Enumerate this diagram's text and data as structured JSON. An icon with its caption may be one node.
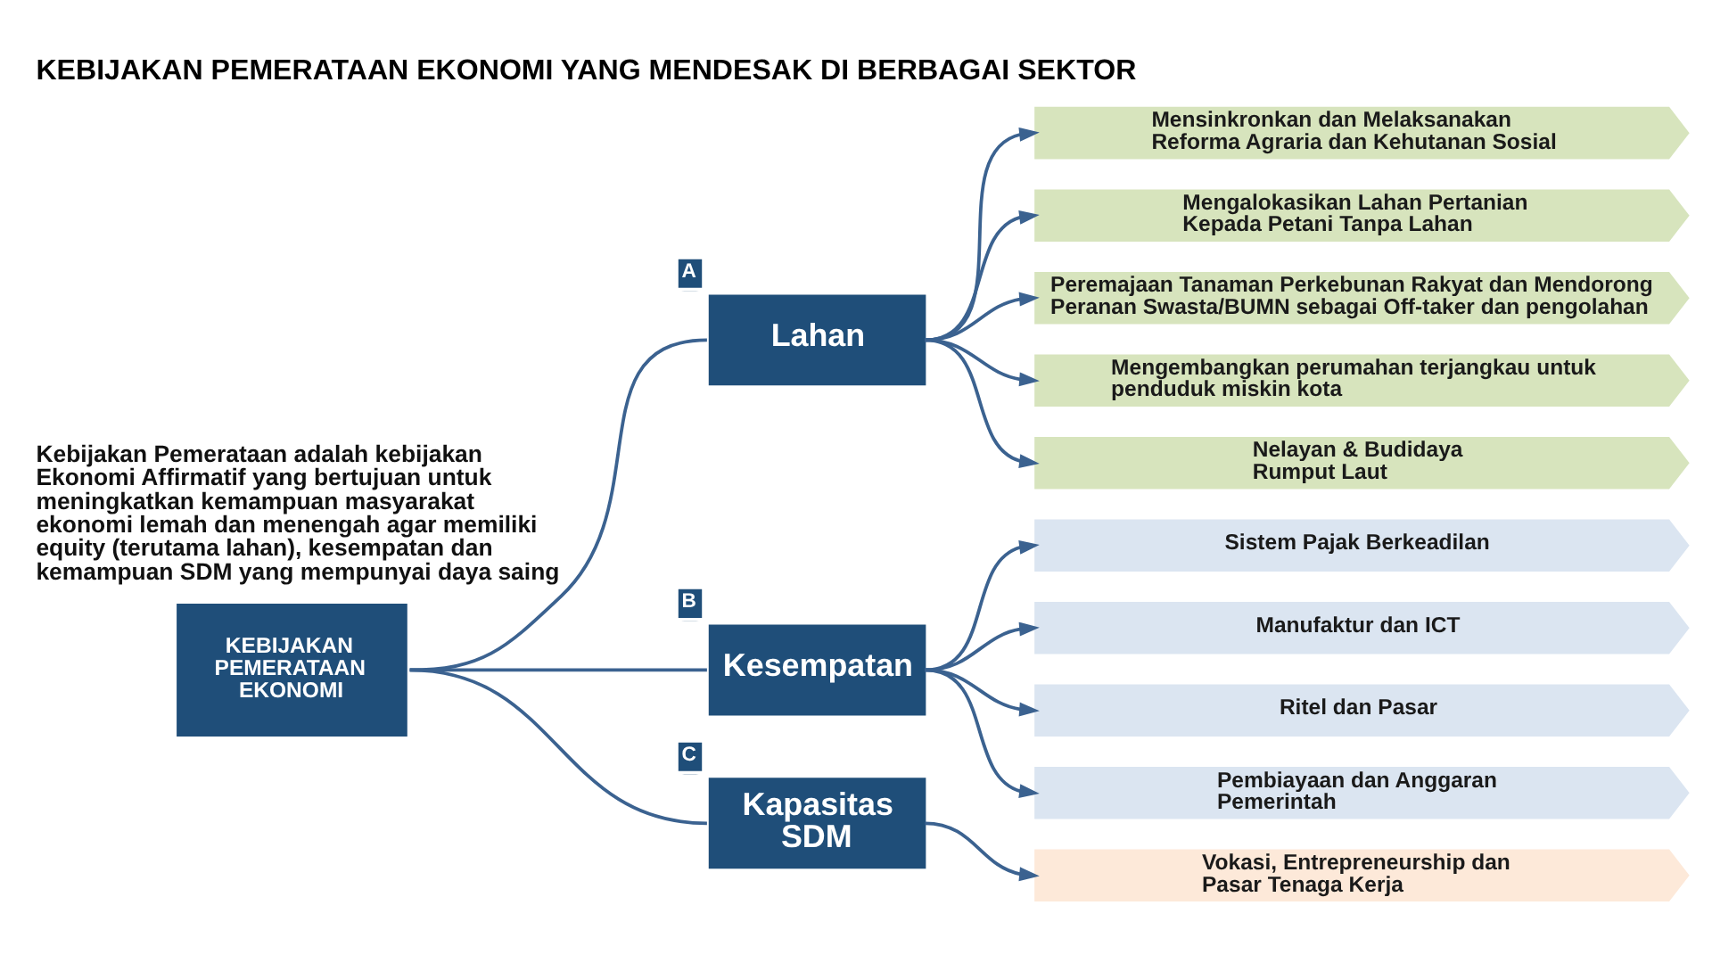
{
  "diagram": {
    "title": "KEBIJAKAN PEMERATAAN EKONOMI YANG MENDESAK DI BERBAGAI SEKTOR",
    "nodes": [
      {
        "text": [
          "KEBIJAKAN PEMERATAAN EKONOMI"
        ]
      },
      {
        "text": [
          "Lahan"
        ],
        "beside": [
          "A"
        ]
      },
      {
        "text": [
          "Kesempatan"
        ],
        "beside": [
          "B"
        ]
      },
      {
        "text": [
          "Kapasitas SDM"
        ],
        "beside": [
          "C"
        ]
      },
      {
        "text": [
          "Mensinkronkan dan Melaksanakan Reforma Agraria dan Kehutanan Sosial"
        ]
      },
      {
        "text": [
          "Mengalokasikan Lahan Pertanian Kepada Petani Tanpa Lahan"
        ]
      },
      {
        "text": [
          "Peremajaan Tanaman Perkebunan Rakyat dan Mendorong Peranan Swasta/BUMN sebagai Off-taker dan pengolahan"
        ]
      },
      {
        "text": [
          "Mengembangkan perumahan terjangkau untuk penduduk miskin kota"
        ]
      },
      {
        "text": [
          "Nelayan & Budidaya Rumput Laut"
        ]
      },
      {
        "text": [
          "Sistem Pajak Berkeadilan"
        ]
      },
      {
        "text": [
          "Manufaktur dan ICT"
        ]
      },
      {
        "text": [
          "Ritel dan Pasar"
        ]
      },
      {
        "text": [
          "Pembiayaan dan Anggaran Pemerintah"
        ]
      },
      {
        "text": [
          "Vokasi, Entrepreneurship dan Pasar Tenaga Kerja"
        ]
      }
    ],
    "edges": [
      {
        "from": 0,
        "to": 1,
        "arrow": "none"
      },
      {
        "from": 0,
        "to": 2,
        "arrow": "none"
      },
      {
        "from": 0,
        "to": 3,
        "arrow": "none"
      },
      {
        "from": 1,
        "to": 4,
        "arrow": "to"
      },
      {
        "from": 1,
        "to": 5,
        "arrow": "to"
      },
      {
        "from": 1,
        "to": 6,
        "arrow": "to"
      },
      {
        "from": 1,
        "to": 7,
        "arrow": "to"
      },
      {
        "from": 1,
        "to": 8,
        "arrow": "to"
      },
      {
        "from": 2,
        "to": 9,
        "arrow": "to"
      },
      {
        "from": 2,
        "to": 10,
        "arrow": "to"
      },
      {
        "from": 2,
        "to": 11,
        "arrow": "to"
      },
      {
        "from": 2,
        "to": 12,
        "arrow": "to"
      },
      {
        "from": 3,
        "to": 13,
        "arrow": "to"
      }
    ],
    "labels": [
      "Kebijakan Pemerataan adalah kebijakan Ekonomi Affirmatif yang bertujuan untuk meningkatkan kemampuan masyarakat ekonomi lemah dan menengah agar memiliki equity (terutama lahan), kesempatan dan kemampuan SDM yang mempunyai daya saing"
    ]
  }
}
